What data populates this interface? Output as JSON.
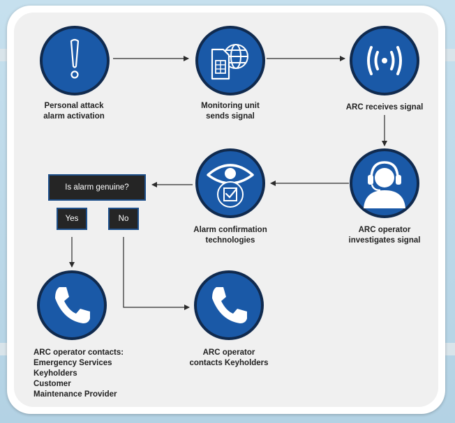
{
  "nodes": {
    "personal_attack": {
      "icon": "exclamation-icon",
      "label_lines": [
        "Personal attack",
        "alarm activation"
      ]
    },
    "monitoring_unit": {
      "icon": "sim-globe-icon",
      "label_lines": [
        "Monitoring unit",
        "sends signal"
      ]
    },
    "arc_receives": {
      "icon": "signal-waves-icon",
      "label_lines": [
        "ARC receives signal"
      ]
    },
    "arc_operator_investigates": {
      "icon": "operator-headset-icon",
      "label_lines": [
        "ARC operator",
        "investigates signal"
      ]
    },
    "alarm_confirmation": {
      "icon": "eye-check-icon",
      "label_lines": [
        "Alarm confirmation",
        "technologies"
      ]
    },
    "contacts_services": {
      "icon": "phone-icon",
      "label_lines": [
        "ARC operator contacts:",
        "Emergency Services",
        "Keyholders",
        "Customer",
        "Maintenance Provider"
      ]
    },
    "contacts_keyholders": {
      "icon": "phone-icon",
      "label_lines": [
        "ARC operator",
        "contacts Keyholders"
      ]
    }
  },
  "decision": {
    "question": "Is alarm genuine?",
    "yes": "Yes",
    "no": "No"
  },
  "colors": {
    "circle_fill": "#1a59a7",
    "circle_border": "#102a4e",
    "box_fill": "#252525",
    "box_border": "#1d4f8a",
    "arrow": "#2b2b2b"
  }
}
